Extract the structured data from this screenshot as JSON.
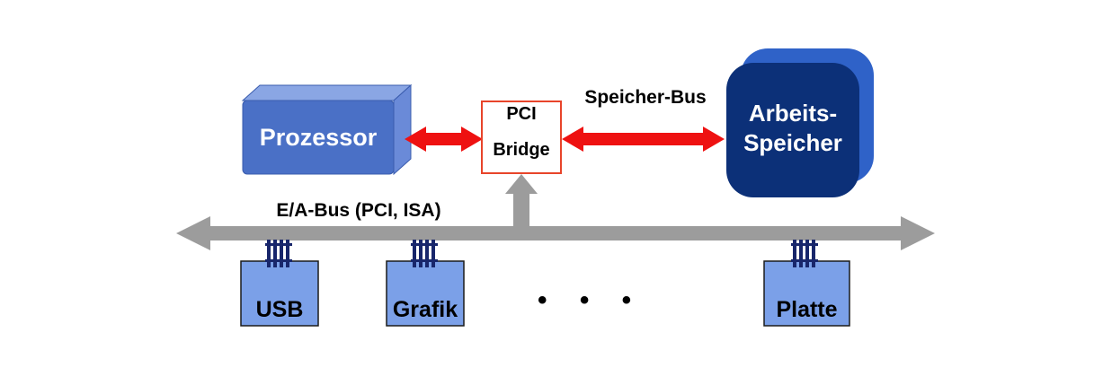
{
  "diagram": {
    "processor": {
      "label": "Prozessor"
    },
    "bridge": {
      "line1": "PCI",
      "line2": "Bridge"
    },
    "memory_bus": {
      "label": "Speicher-Bus"
    },
    "memory": {
      "line1": "Arbeits-",
      "line2": "Speicher"
    },
    "io_bus": {
      "label": "E/A-Bus (PCI, ISA)"
    },
    "devices": [
      {
        "label": "USB"
      },
      {
        "label": "Grafik"
      },
      {
        "label": "Platte"
      }
    ],
    "ellipsis": "• • •",
    "colors": {
      "arrow_red": "#ee1111",
      "processor_front_blue": "#4a70c6",
      "processor_top_blue": "#8aa6e4",
      "processor_side_blue": "#6a8ad8",
      "memory_navy": "#0c3078",
      "memory_bevel_blue": "#2f62c8",
      "device_blue": "#7ba0e8",
      "bus_gray": "#9c9c9c",
      "bridge_border_red": "#e8442a",
      "connector_pin_navy": "#18266b"
    }
  }
}
